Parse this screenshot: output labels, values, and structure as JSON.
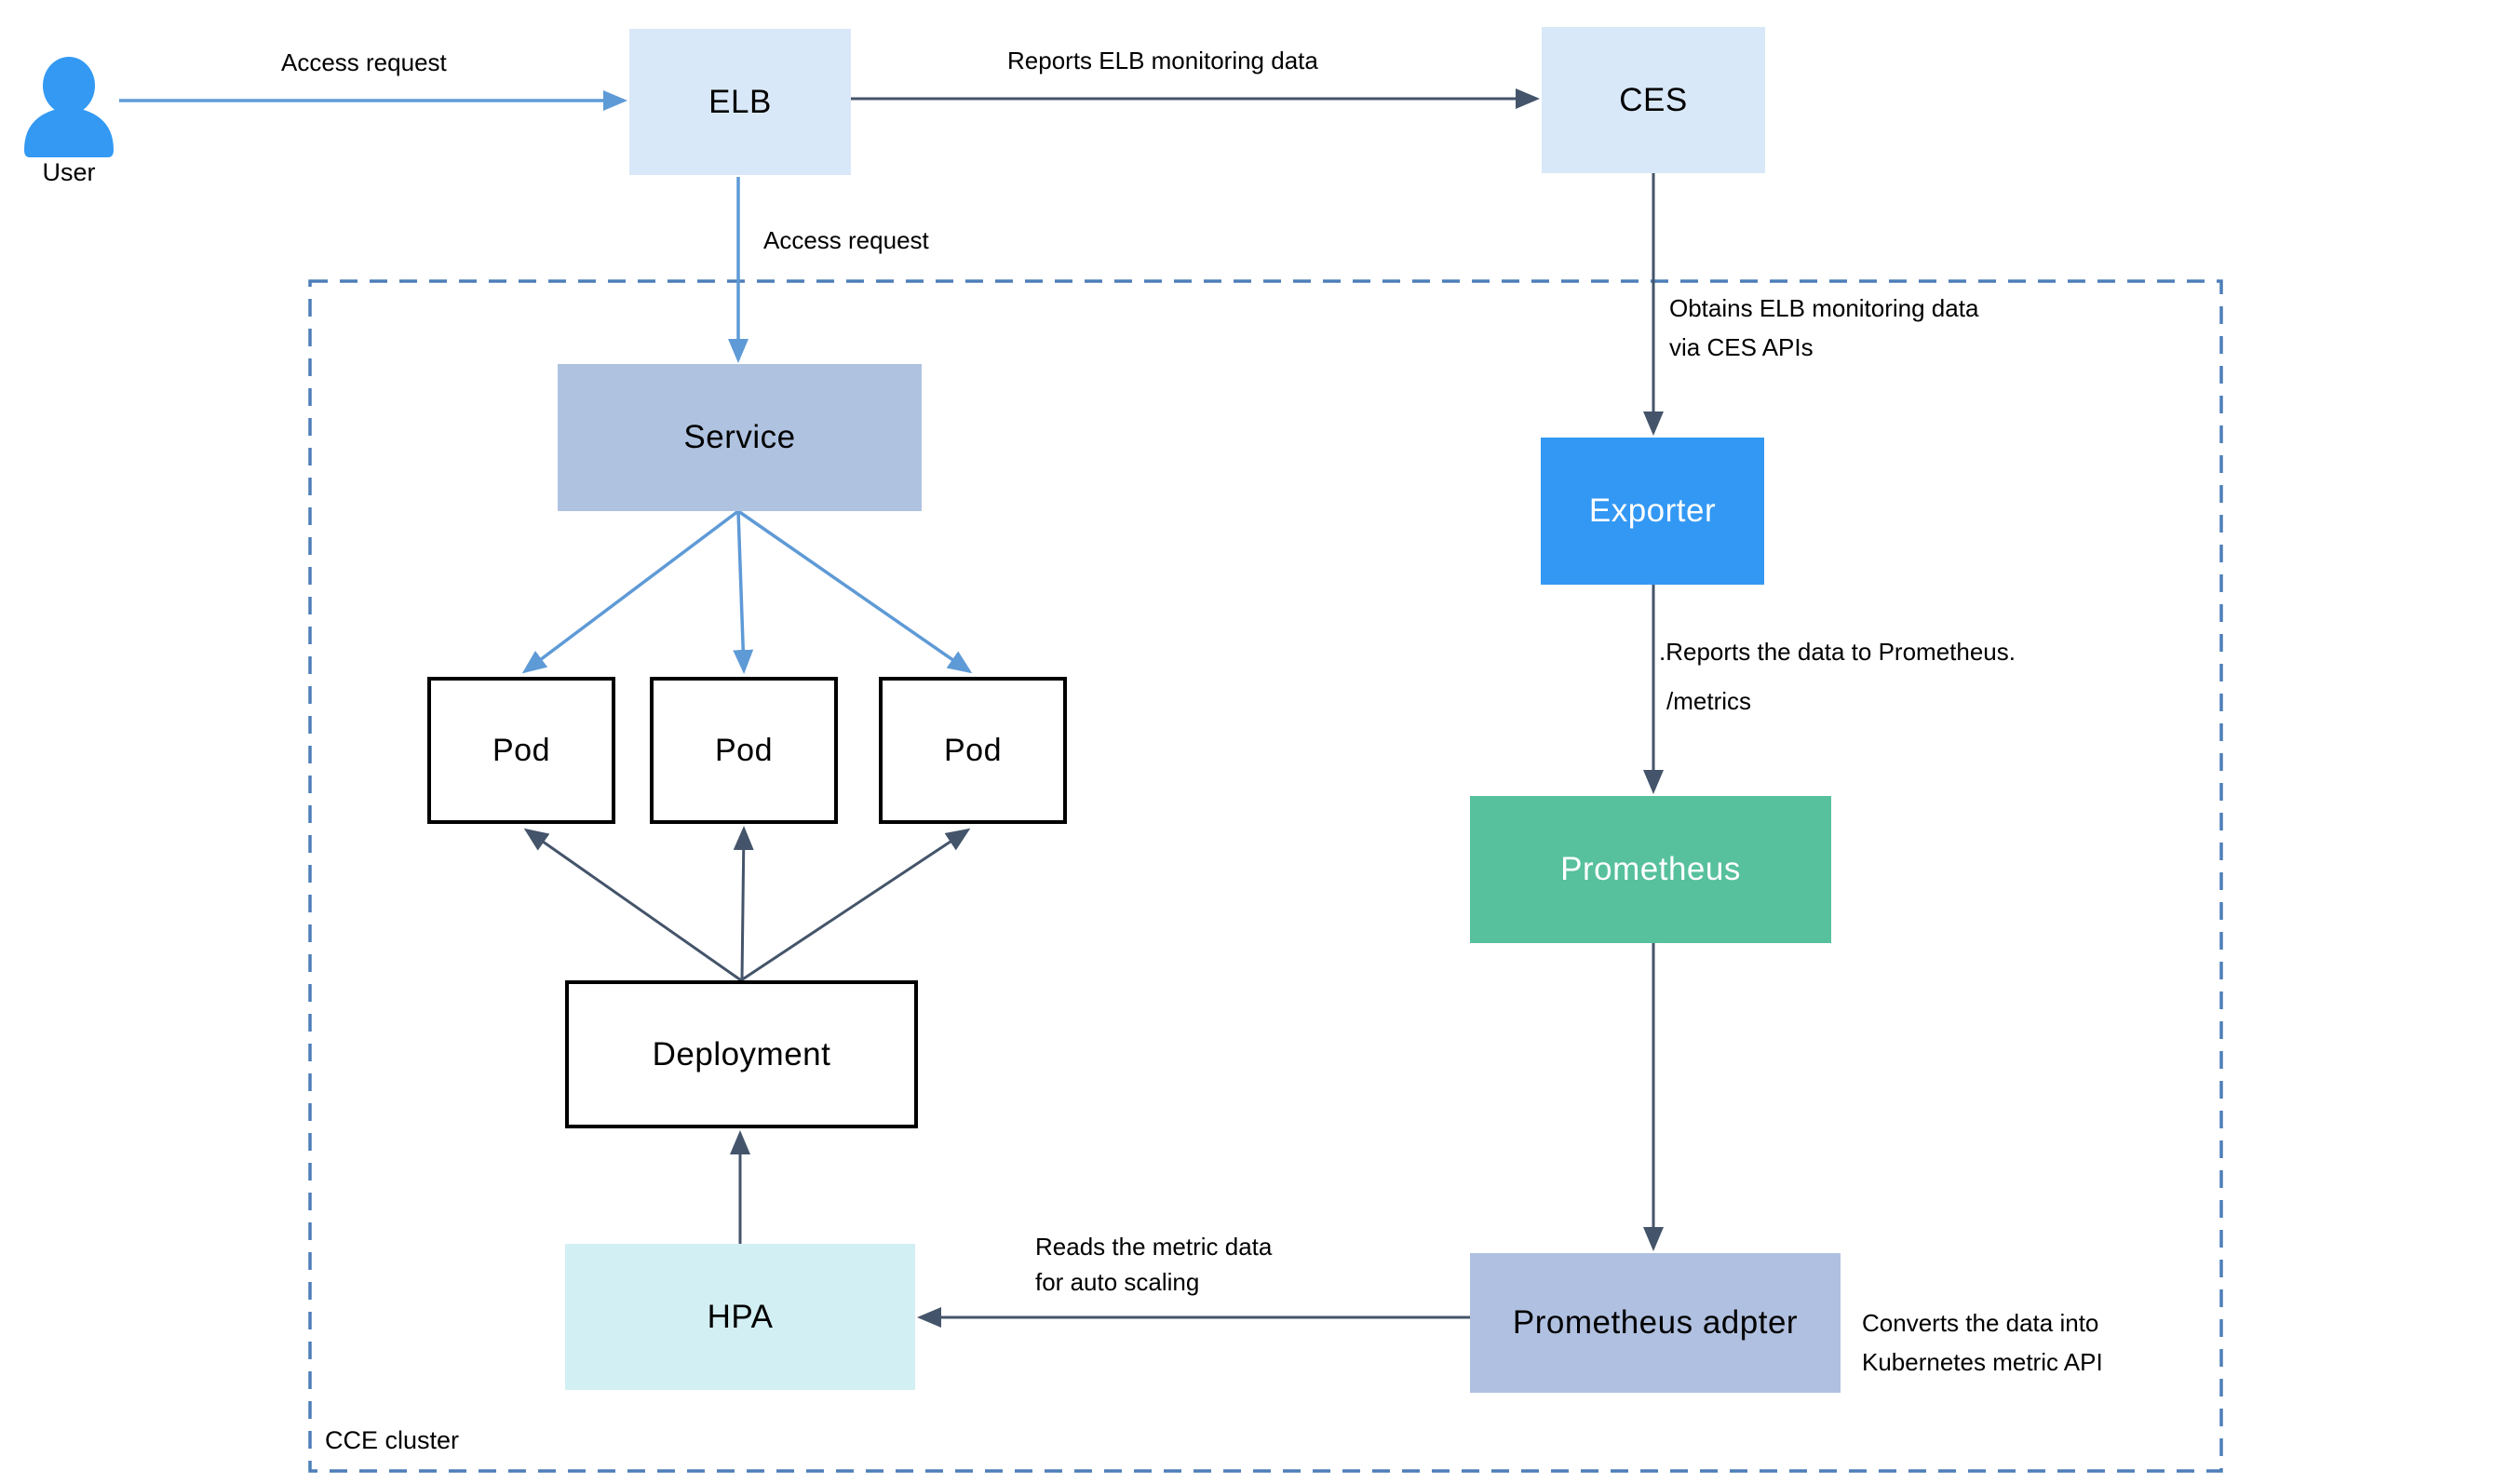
{
  "user": {
    "label": "User"
  },
  "cluster": {
    "label": "CCE cluster"
  },
  "nodes": {
    "elb": {
      "label": "ELB"
    },
    "ces": {
      "label": "CES"
    },
    "service": {
      "label": "Service"
    },
    "pods": [
      {
        "label": "Pod"
      },
      {
        "label": "Pod"
      },
      {
        "label": "Pod"
      }
    ],
    "deployment": {
      "label": "Deployment"
    },
    "hpa": {
      "label": "HPA"
    },
    "exporter": {
      "label": "Exporter"
    },
    "prometheus": {
      "label": "Prometheus"
    },
    "prometheus_adapter": {
      "label": "Prometheus adpter"
    }
  },
  "annotations": {
    "access_request_top": "Access request",
    "reports_elb": "Reports ELB monitoring data",
    "access_request_inner": "Access request",
    "obtains_line1": "Obtains ELB monitoring data",
    "obtains_line2": "via CES APIs",
    "reports_prometheus": ".Reports the data to Prometheus.",
    "metrics_path": "/metrics",
    "reads_line1": "Reads the metric data",
    "reads_line2": "for auto scaling",
    "converts_line1": "Converts the data into",
    "converts_line2": "Kubernetes metric API",
    "cluster_name": "CCE cluster"
  },
  "colors": {
    "box_light_blue": "#D9E8F8",
    "box_service": "#AFC3E1",
    "box_adapter": "#B0C0E0",
    "box_hpa_cyan": "#D2EFF4",
    "box_exporter_blue": "#3398F4",
    "box_prometheus_green": "#57C09D",
    "arrow_blue": "#5E9AD6",
    "arrow_dark": "#44546A",
    "cluster_dash_border": "#4D7EB9",
    "user_icon_blue": "#3399F3",
    "pod_border": "#000000"
  }
}
